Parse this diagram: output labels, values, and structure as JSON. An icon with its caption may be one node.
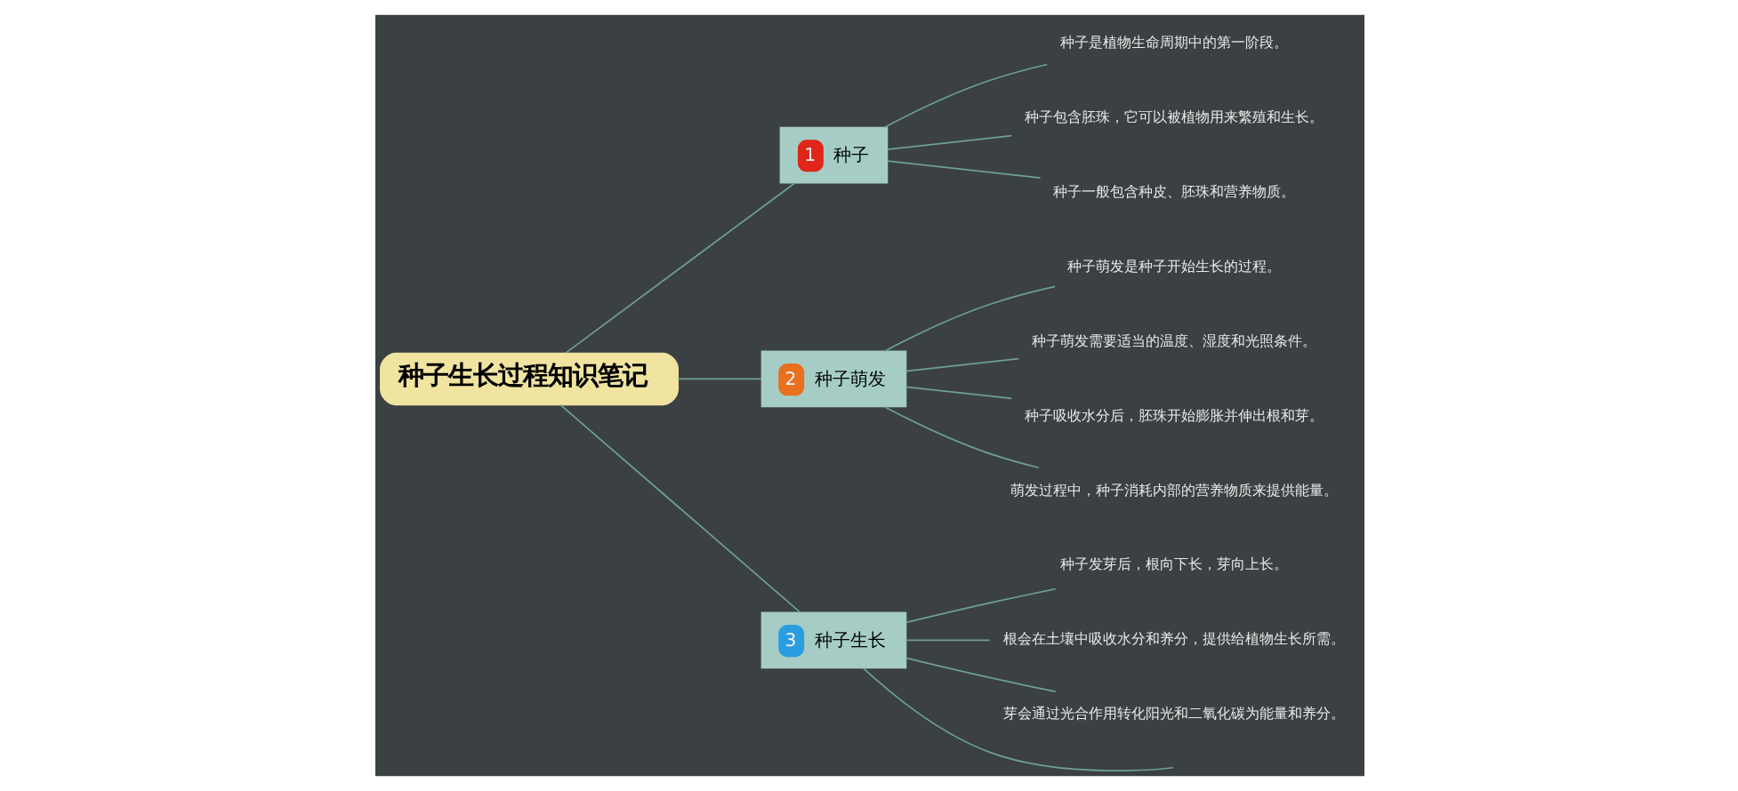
{
  "diagram": {
    "nodes": [
      {
        "text": [
          "种子生长过程知识笔记"
        ]
      },
      {
        "text": [
          "1",
          "种子"
        ]
      },
      {
        "text": [
          "种子是植物生命周期中的第一阶段。"
        ]
      },
      {
        "text": [
          "种子包含胚珠，它可以被植物用来繁殖和生长。"
        ]
      },
      {
        "text": [
          "种子一般包含种皮、胚珠和营养物质。"
        ]
      },
      {
        "text": [
          "2",
          "种子萌发"
        ]
      },
      {
        "text": [
          "种子萌发是种子开始生长的过程。"
        ]
      },
      {
        "text": [
          "种子萌发需要适当的温度、湿度和光照条件。"
        ]
      },
      {
        "text": [
          "种子吸收水分后，胚珠开始膨胀并伸出根和芽。"
        ]
      },
      {
        "text": [
          "萌发过程中，种子消耗内部的营养物质来提供能量。"
        ]
      },
      {
        "text": [
          "3",
          "种子生长"
        ]
      },
      {
        "text": [
          "种子发芽后，根向下长，芽向上长。"
        ]
      },
      {
        "text": [
          "根会在土壤中吸收水分和养分，提供给植物生长所需。"
        ]
      },
      {
        "text": [
          "芽会通过光合作用转化阳光和二氧化碳为能量和养分。"
        ]
      }
    ],
    "edges": [
      {
        "from": 0,
        "to": 1,
        "arrow": "none"
      },
      {
        "from": 1,
        "to": 2,
        "arrow": "none"
      },
      {
        "from": 1,
        "to": 3,
        "arrow": "none"
      },
      {
        "from": 1,
        "to": 4,
        "arrow": "none"
      },
      {
        "from": 0,
        "to": 5,
        "arrow": "none"
      },
      {
        "from": 5,
        "to": 6,
        "arrow": "none"
      },
      {
        "from": 5,
        "to": 7,
        "arrow": "none"
      },
      {
        "from": 5,
        "to": 8,
        "arrow": "none"
      },
      {
        "from": 5,
        "to": 9,
        "arrow": "none"
      },
      {
        "from": 0,
        "to": 10,
        "arrow": "none"
      },
      {
        "from": 10,
        "to": 11,
        "arrow": "none"
      },
      {
        "from": 10,
        "to": 12,
        "arrow": "none"
      },
      {
        "from": 10,
        "to": 13,
        "arrow": "none"
      },
      {
        "from": 10,
        "to": null,
        "arrow": "none"
      }
    ]
  }
}
